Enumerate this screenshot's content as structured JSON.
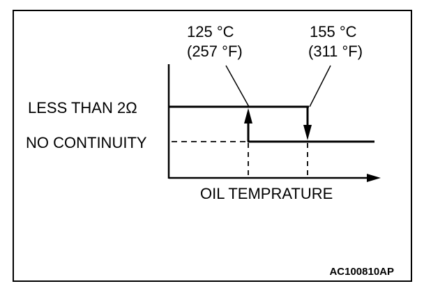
{
  "labels": {
    "low_temp_c": "125 °C",
    "low_temp_f": "(257 °F)",
    "high_temp_c": "155 °C",
    "high_temp_f": "(311 °F)",
    "state_low_resistance": "LESS THAN 2Ω",
    "state_no_continuity": "NO CONTINUITY",
    "x_axis": "OIL TEMPRATURE",
    "figure_code": "AC100810AP"
  }
}
